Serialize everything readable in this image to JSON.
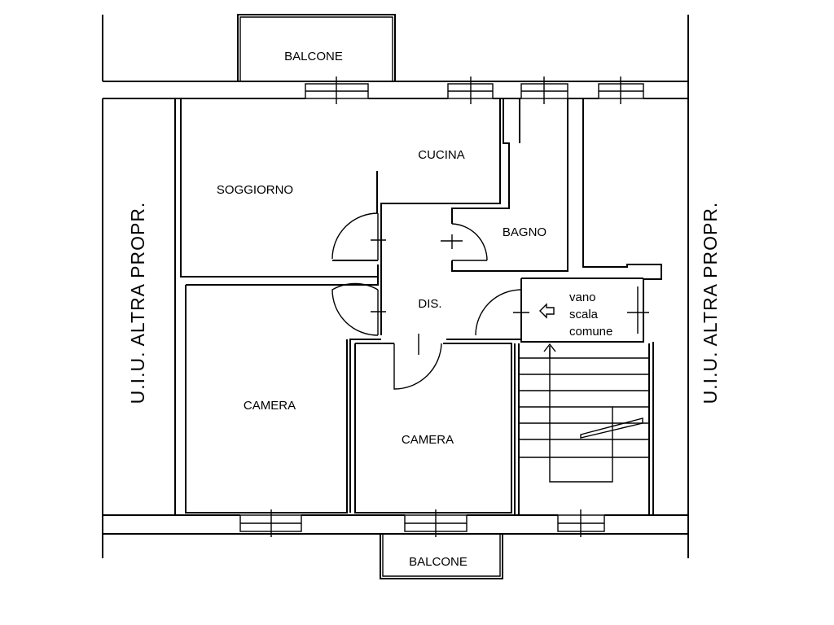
{
  "labels": {
    "balcone_top": "BALCONE",
    "balcone_bottom": "BALCONE",
    "cucina": "CUCINA",
    "soggiorno": "SOGGIORNO",
    "bagno": "BAGNO",
    "dis": "DIS.",
    "vano_line1": "vano",
    "vano_line2": "scala",
    "vano_line3": "comune",
    "camera_left": "CAMERA",
    "camera_right": "CAMERA",
    "side_left": "U.I.U. ALTRA PROPR.",
    "side_right": "U.I.U. ALTRA PROPR."
  },
  "icons": {
    "stair_direction": "arrow-left-icon"
  }
}
